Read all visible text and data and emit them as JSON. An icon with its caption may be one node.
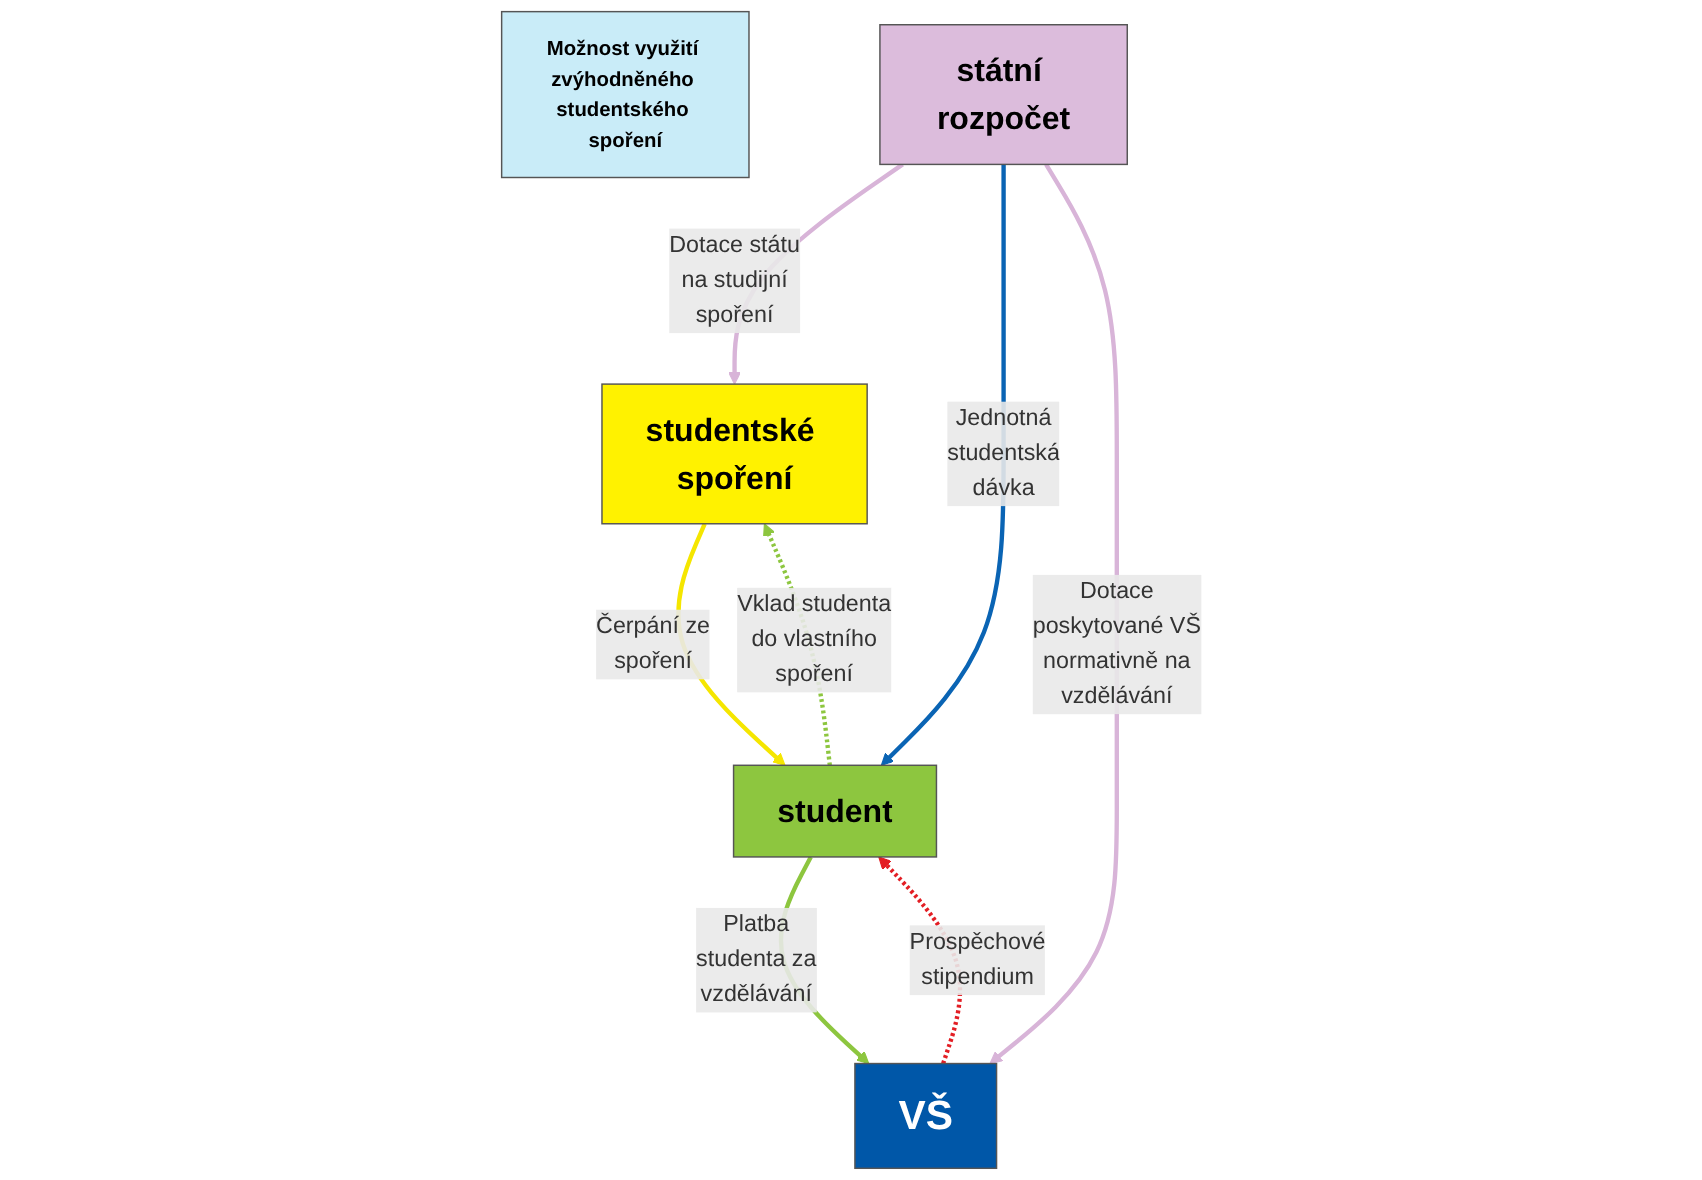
{
  "diagram": {
    "nodes": [
      {
        "text": [
          "Možnost využití zvýhodněného studentského spoření"
        ]
      },
      {
        "text": [
          "studentské spoření"
        ]
      },
      {
        "text": [
          "státní rozpočet"
        ]
      },
      {
        "text": [
          "student"
        ]
      },
      {
        "text": [
          "VŠ"
        ]
      }
    ],
    "edges": [
      {
        "from": 2,
        "to": 1,
        "arrow": "to",
        "label": "Dotace státu na studijní spoření",
        "color": "#d8b4d8"
      },
      {
        "from": 1,
        "to": 3,
        "arrow": "to",
        "label": "Čerpání ze spoření",
        "color": "#f5e600"
      },
      {
        "from": 3,
        "to": 1,
        "arrow": "to",
        "label": "Vklad studenta do vlastního spoření",
        "style": "dashed",
        "color": "#8dc63f"
      },
      {
        "from": 2,
        "to": 3,
        "arrow": "to",
        "label": "Jednotná studentská dávka",
        "color": "#0a64b4"
      },
      {
        "from": 2,
        "to": 4,
        "arrow": "to",
        "label": "Dotace poskytované VŠ normativně na vzdělávání",
        "color": "#d8b4d8"
      },
      {
        "from": 3,
        "to": 4,
        "arrow": "to",
        "label": "Platba studenta za vzdělávání",
        "color": "#8dc63f"
      },
      {
        "from": 4,
        "to": 3,
        "arrow": "to",
        "label": "Prospěchové stipendium",
        "style": "dashed",
        "color": "#e31e24"
      }
    ]
  }
}
